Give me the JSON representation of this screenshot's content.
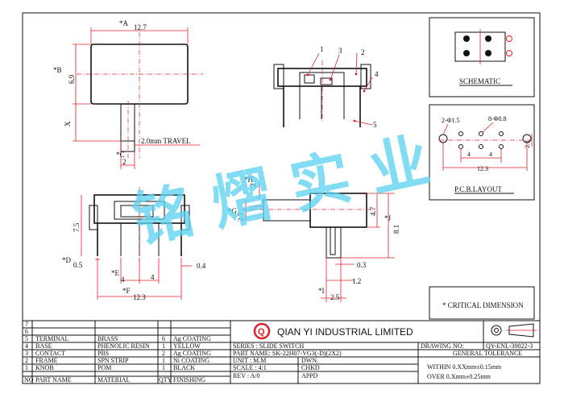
{
  "views": {
    "top": {
      "dim_a": "*A",
      "dim_a_val": "12.7",
      "dim_b": "*B",
      "dim_b_val": "6.9",
      "dim_x": "X",
      "dim_c": "*C",
      "dim_c_val": "2",
      "travel": "2.0mm TRAVEL"
    },
    "side": {
      "callouts": [
        "1",
        "2",
        "3",
        "4",
        "5"
      ]
    },
    "front": {
      "dim_75": "7.5",
      "dim_d": "*D",
      "dim_d_val": "0.5",
      "dim_e": "*E",
      "dim_e_val": "4",
      "dim_4": "4",
      "dim_04": "0.4",
      "dim_f": "*F",
      "dim_f_val": "12.3"
    },
    "right": {
      "dim_h": "*H",
      "dim_h_val": "2",
      "dim_g": "*G",
      "dim_27": "2.7",
      "dim_47": "4.7",
      "dim_j": "*J",
      "dim_81": "8.1",
      "dim_03": "0.3",
      "dim_12": "1.2",
      "dim_i": "*I",
      "dim_25": "2.5"
    }
  },
  "schematic": {
    "title": "SCHEMATIC"
  },
  "pcb": {
    "title": "P.C.B.LAYOUT",
    "hole_a": "2-Φ1.5",
    "hole_b": "8-Φ0.8",
    "d4a": "4",
    "d4b": "4",
    "d123": "12.3",
    "d21": "2.1"
  },
  "critical_note": "* CRITICAL DIMENSION",
  "watermark": "铭 熠 实 业",
  "bom": {
    "rows": [
      {
        "no": "7",
        "part": "",
        "material": "",
        "qty": "",
        "finishing": ""
      },
      {
        "no": "6",
        "part": "",
        "material": "",
        "qty": "",
        "finishing": ""
      },
      {
        "no": "5",
        "part": "TERMINAL",
        "material": "BRASS",
        "qty": "6",
        "finishing": "Ag COATING"
      },
      {
        "no": "4",
        "part": "BASE",
        "material": "PHENOLIC RESIN",
        "qty": "1",
        "finishing": "YELLOW"
      },
      {
        "no": "3",
        "part": "CONTACT",
        "material": "PBS",
        "qty": "2",
        "finishing": "Ag COATING"
      },
      {
        "no": "2",
        "part": "FRAME",
        "material": "SPN STRIP",
        "qty": "1",
        "finishing": "Ni COATING"
      },
      {
        "no": "1",
        "part": "KNOB",
        "material": "POM",
        "qty": "1",
        "finishing": "BLACK"
      }
    ],
    "header": {
      "no": "NO",
      "part": "PART NAME",
      "material": "MATERIAL",
      "qty": "QTY",
      "finishing": "FINISHING"
    }
  },
  "title_block": {
    "company": "QIAN YI INDUSTRIAL LIMITED",
    "logo_letter": "Q",
    "series": "SERIES : SLIDE SWITCH",
    "part_name": "PART NAME: SK-22H07-VG3(-D)(2X2)",
    "unit": "UNIT : M.M",
    "scale": "SCALE : 4:1",
    "rev": "REV  : A/0",
    "dwn": "DWN.",
    "chkd": "CHKD",
    "appd": "APPD",
    "drawing_no_label": "DRAWING NO:",
    "drawing_no": "QY-ENL-30022-3",
    "tolerance_title": "GENERAL TOLERANCE",
    "tol1": "WITHIN 0.XXmm±0.15mm",
    "tol2": "OVER   0.Xmm±0.25mm"
  },
  "colors": {
    "line": "#111111",
    "dim": "#e0202a",
    "watermark": "#5fd3f0"
  }
}
